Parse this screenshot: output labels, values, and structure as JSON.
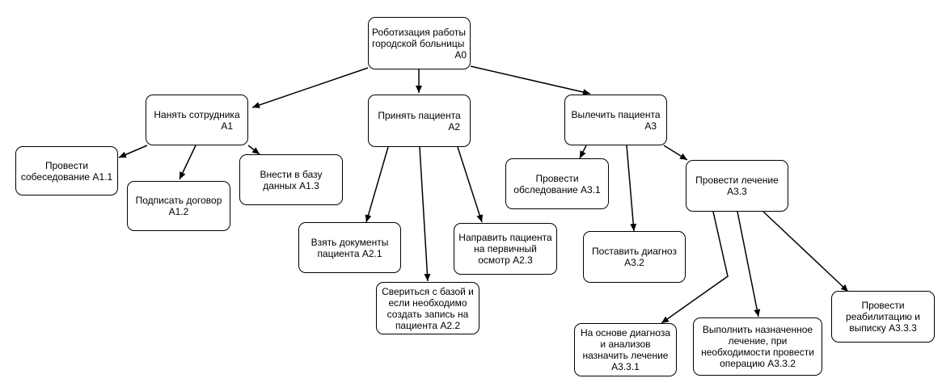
{
  "nodes": {
    "a0": {
      "lines": [
        "Роботизация работы",
        "городской больницы",
        "A0"
      ]
    },
    "a1": {
      "lines": [
        "Нанять сотрудника",
        "A1"
      ]
    },
    "a2": {
      "lines": [
        "Принять пациента",
        "A2"
      ]
    },
    "a3": {
      "lines": [
        "Вылечить пациента",
        "A3"
      ]
    },
    "a11": {
      "lines": [
        "Провести",
        "собеседование A1.1"
      ]
    },
    "a12": {
      "lines": [
        "Подписать договор",
        "A1.2"
      ]
    },
    "a13": {
      "lines": [
        "Внести в базу",
        "данных A1.3"
      ]
    },
    "a21": {
      "lines": [
        "Взять документы",
        "пациента A2.1"
      ]
    },
    "a22": {
      "lines": [
        "Свериться с базой и",
        "если необходимо",
        "создать запись на",
        "пациента A2.2"
      ]
    },
    "a23": {
      "lines": [
        "Направить пациента",
        "на первичный",
        "осмотр A2.3"
      ]
    },
    "a31": {
      "lines": [
        "Провести",
        "обследование A3.1"
      ]
    },
    "a32": {
      "lines": [
        "Поставить диагноз",
        "A3.2"
      ]
    },
    "a33": {
      "lines": [
        "Провести лечение",
        "A3.3"
      ]
    },
    "a331": {
      "lines": [
        "На основе диагноза",
        "и анализов",
        "назначить лечение",
        "A3.3.1"
      ]
    },
    "a332": {
      "lines": [
        "Выполнить назначенное",
        "лечение, при",
        "необходимости провести",
        "операцию A3.3.2"
      ]
    },
    "a333": {
      "lines": [
        "Провести",
        "реабилитацию и",
        "выписку A3.3.3"
      ]
    }
  }
}
